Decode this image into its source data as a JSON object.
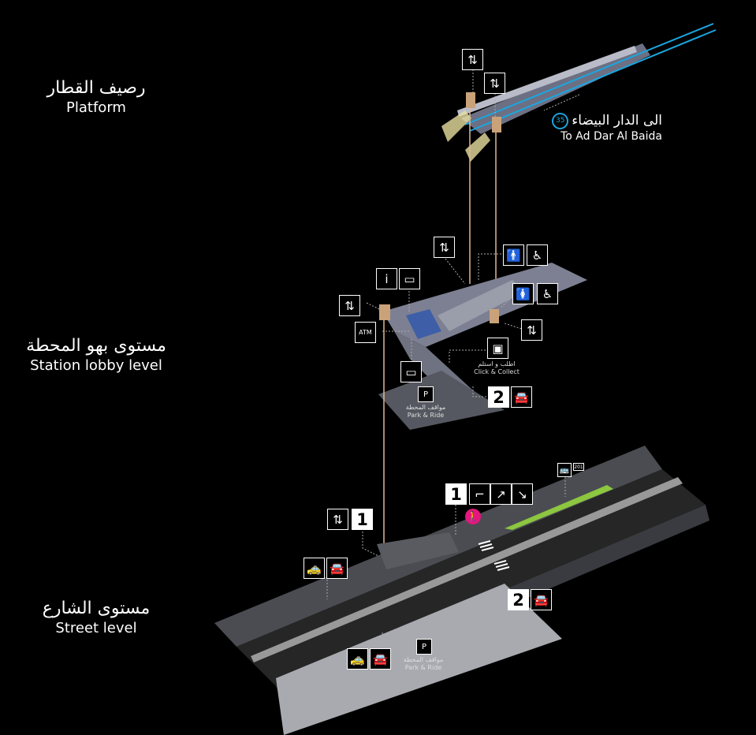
{
  "levels": {
    "platform": {
      "ar": "رصيف القطار",
      "en": "Platform"
    },
    "lobby": {
      "ar": "مستوى بهو المحطة",
      "en": "Station lobby level"
    },
    "street": {
      "ar": "مستوى الشارع",
      "en": "Street level"
    }
  },
  "destination": {
    "ar": "الى الدار البيضاء",
    "en": "To Ad Dar Al Baida",
    "line": "35"
  },
  "lobby": {
    "click_collect": {
      "ar": "اطلب و استلم",
      "en": "Click & Collect"
    },
    "park_ride": {
      "ar": "مواقف المحطة",
      "en": "Park & Ride"
    },
    "exit_2": "2"
  },
  "street": {
    "exit_1_lift": "1",
    "exit_1_stairs": "1",
    "exit_2": "2",
    "park_ride": {
      "ar": "مواقف المحطة",
      "en": "Park & Ride"
    },
    "bus_number": "201"
  },
  "icons": {
    "lift": "⇅",
    "info": "i",
    "ticket": "▭",
    "atm": "ATM",
    "man": "🚹",
    "woman": "🚺",
    "wheelchair": "♿",
    "parking": "P",
    "car": "🚘",
    "taxi": "🚕",
    "stairs": "⌐",
    "escalator_up": "↗",
    "escalator_down": "↘",
    "pedestrian": "🚶",
    "bus": "🚌",
    "box": "▣"
  },
  "colors": {
    "track": "#1aa6e0",
    "pin": "#e5177e",
    "green": "#8dc63f",
    "slab": "#6f7486",
    "road": "#2b2b2b"
  }
}
